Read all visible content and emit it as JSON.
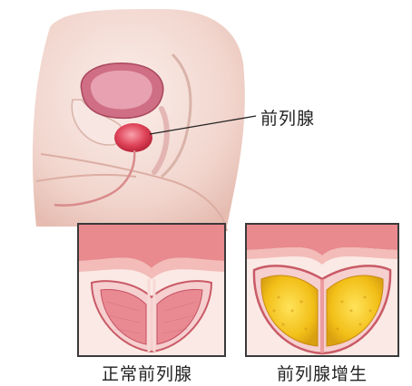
{
  "callout": {
    "text": "前列腺"
  },
  "panels": [
    {
      "caption": "正常前列腺"
    },
    {
      "caption": "前列腺增生"
    }
  ],
  "colors": {
    "skin": "#f3d9d2",
    "bladder": "#cf6e84",
    "prostate": "#d9344c",
    "tissue": "#e88a8e",
    "enlarged": "#f0c21a"
  }
}
